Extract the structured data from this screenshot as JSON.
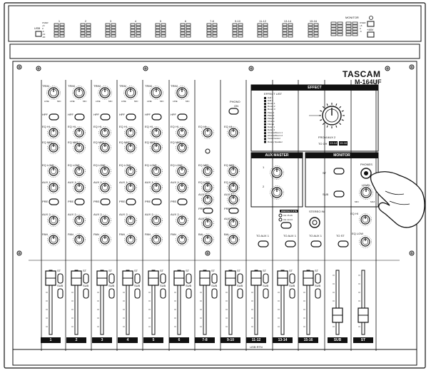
{
  "brand": "TASCAM",
  "model": "M-164UF",
  "top": {
    "usb_label": "USB",
    "meter_scale": [
      "OVER",
      "+6",
      "0",
      "-6",
      "-12",
      "-20"
    ],
    "meter_channel_labels": [
      "1",
      "2",
      "3",
      "4",
      "5",
      "6",
      "7-8",
      "9-10",
      "11-12",
      "13-14",
      "15-16"
    ],
    "monitor_label": "MONITOR",
    "power_label": "POWER",
    "phantom_label": "+48V",
    "monitor_scale": [
      "OVER",
      "+6",
      "0",
      "-6"
    ]
  },
  "mono_channel": {
    "trim": "TRIM",
    "trim_range": [
      "LINE",
      "MIC"
    ],
    "hpf": "HPF",
    "eq_hi": "EQ HI",
    "eq_mid": "EQ MID",
    "eq_low": "EQ LOW",
    "aux1": "AUX 1",
    "pre": "PRE",
    "aux2": "AUX 2",
    "pan": "PAN"
  },
  "stereo_channel": {
    "eq_hi": "EQ HI",
    "eq_mid": "EQ MID",
    "eq_low": "EQ LOW",
    "aux1": "AUX 1",
    "pre": "PRE",
    "aux2": "AUX 2",
    "bal": "BAL",
    "phono": "PHONO",
    "on": "ON"
  },
  "effect": {
    "header": "EFFECT",
    "list_title": "EFFECT LIST",
    "list": [
      "Hall 1",
      "Hall 2",
      "Room 1",
      "Room 2",
      "Room 3",
      "Plate 1",
      "Plate 2",
      "Plate 3",
      "Chorus",
      "Flange",
      "Delay 1",
      "Delay 2",
      "Chorus/Room 1",
      "Chorus/Room 2",
      "Vocal Cancel",
      "Rotary Speaker"
    ],
    "from_aux": "FROM AUX 2",
    "to_ch": "TO CH",
    "to_ch_buttons": [
      "13-14",
      "15-16"
    ]
  },
  "aux_master": {
    "header": "AUX MASTER",
    "knob1": "1",
    "knob2": "2"
  },
  "monitor": {
    "header": "MONITOR",
    "phones": "PHONES",
    "level": "LEVEL",
    "st": "ST",
    "sub": "SUB",
    "min": "MIN",
    "max": "MAX"
  },
  "fx_section": {
    "header": "W/EFFECT RTN",
    "ch_options": [
      "CH 15-16",
      "CH 13-14"
    ],
    "stereo_in": "STEREO IN",
    "to_aux1": "TO AUX 1",
    "to_st": "TO ST",
    "eq_hi": "EQ HI",
    "eq_low": "EQ LOW"
  },
  "fader": {
    "st": "ST",
    "sub": "SUB"
  },
  "channel_labels": [
    "1",
    "2",
    "3",
    "4",
    "5",
    "6",
    "7-8",
    "9-10",
    "11-12",
    "13-14",
    "15-16",
    "SUB",
    "ST"
  ],
  "usb_rtn": "USB RTN"
}
